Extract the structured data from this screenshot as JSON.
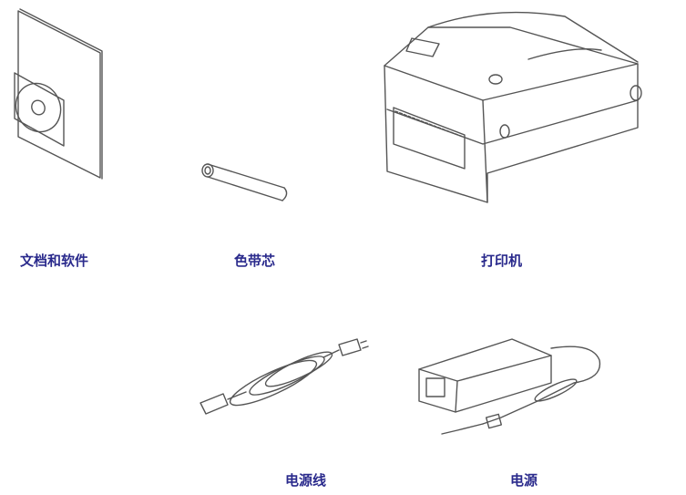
{
  "diagram": {
    "type": "package-contents",
    "items": [
      {
        "id": "docs",
        "label": "文档和软件",
        "icon": "manual-with-cd-icon"
      },
      {
        "id": "ribbon-core",
        "label": "色带芯",
        "icon": "ribbon-core-tube-icon"
      },
      {
        "id": "printer",
        "label": "打印机",
        "icon": "label-printer-icon"
      },
      {
        "id": "power-cord",
        "label": "电源线",
        "icon": "power-cord-icon"
      },
      {
        "id": "power-adapter",
        "label": "电源",
        "icon": "power-adapter-icon"
      }
    ],
    "label_color": "#2a2a8c"
  }
}
